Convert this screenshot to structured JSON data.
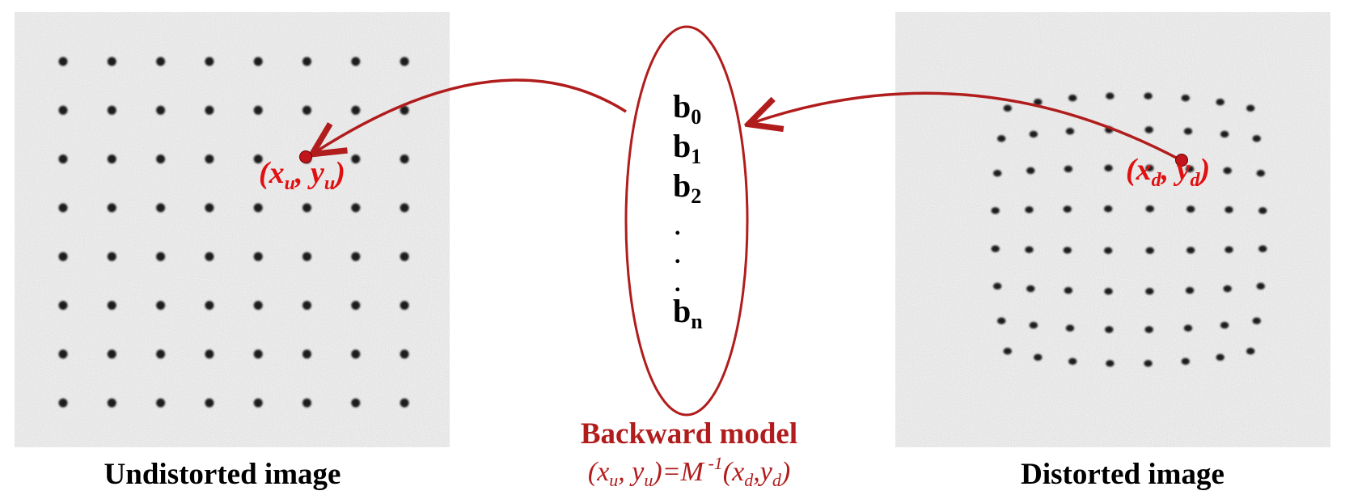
{
  "left_panel": {
    "caption": "Undistorted image",
    "point_label": {
      "x": "x",
      "x_sub": "u",
      "sep": ", ",
      "y": "y",
      "y_sub": "u"
    }
  },
  "right_panel": {
    "caption": "Distorted image",
    "point_label": {
      "x": "x",
      "x_sub": "d",
      "sep": ", ",
      "y": "y",
      "y_sub": "d"
    }
  },
  "model": {
    "coefficients": [
      {
        "base": "b",
        "sub": "0"
      },
      {
        "base": "b",
        "sub": "1"
      },
      {
        "base": "b",
        "sub": "2"
      },
      {
        "base": "b",
        "sub": "n"
      }
    ],
    "dots": ".",
    "title": "Backward model",
    "formula": {
      "lhs_open": "(",
      "x": "x",
      "x_sub": "u",
      "comma": ", ",
      "y": "y",
      "y_sub": "u",
      "eq": ")=M",
      "exp": " -1",
      "rhs_open": "(",
      "x2": "x",
      "x2_sub": "d",
      "comma2": ",",
      "y2": "y",
      "y2_sub": "d",
      "rhs_close": ")"
    }
  },
  "colors": {
    "accent": "#b11c1c",
    "dot_marker": "#c0151b",
    "panel_background": "#d2d2d2",
    "grid_dot": "#1e1e1e"
  }
}
